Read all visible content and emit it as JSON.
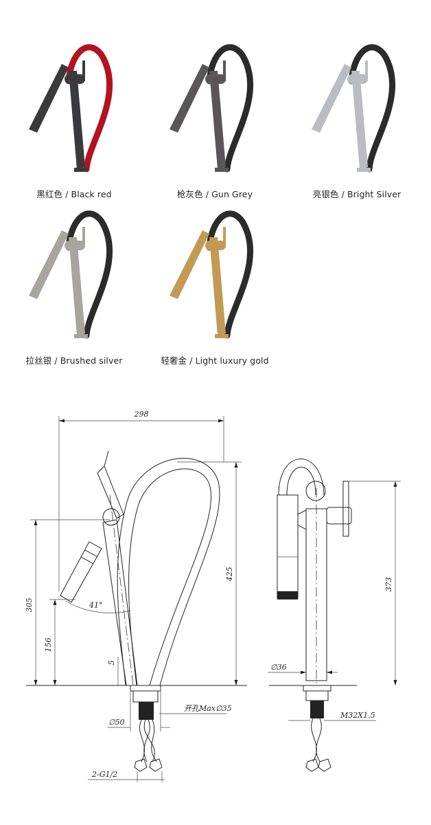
{
  "variants": [
    {
      "label": "黑红色 / Black red",
      "body_color": "#3a3a3c",
      "hose_color": "#b3121f"
    },
    {
      "label": "枪灰色 / Gun Grey",
      "body_color": "#5a5558",
      "hose_color": "#2b2b2b"
    },
    {
      "label": "亮银色 / Bright Silver",
      "body_color": "#b9bcc0",
      "hose_color": "#2b2b2b"
    },
    {
      "label": "拉丝银 / Brushed silver",
      "body_color": "#a8a49e",
      "hose_color": "#2b2b2b"
    },
    {
      "label": "轻奢金 / Light luxury gold",
      "body_color": "#c39a55",
      "hose_color": "#2b2b2b"
    }
  ],
  "dimensions": {
    "width": "298",
    "height_total": "425",
    "height_handle": "305",
    "height_spout": "156",
    "angle": "41°",
    "offset": "5",
    "hole": "开孔Max∅35",
    "base_dia": "∅50",
    "hose_thread": "2-G1/2",
    "side_height": "373",
    "side_dia": "∅36",
    "side_thread": "M32X1.5"
  }
}
